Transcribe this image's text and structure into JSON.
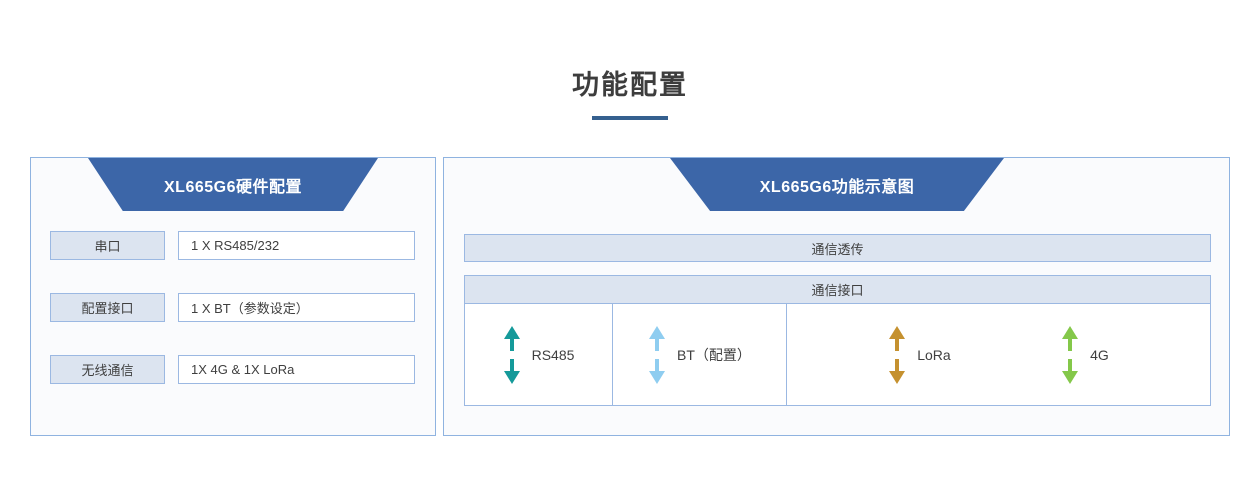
{
  "page": {
    "title": "功能配置",
    "accent_color": "#35608f",
    "banner_color": "#3c66a8",
    "card_border_color": "#8fb3e0",
    "bar_fill_color": "#dce4f0"
  },
  "left_card": {
    "banner_title": "XL665G6硬件配置",
    "rows": [
      {
        "label": "串口",
        "value": "1 X RS485/232"
      },
      {
        "label": "配置接口",
        "value": "1 X BT（参数设定）"
      },
      {
        "label": "无线通信",
        "value": "1X 4G & 1X LoRa"
      }
    ]
  },
  "right_card": {
    "banner_title": "XL665G6功能示意图",
    "transparent_bar": "通信透传",
    "interface_bar": "通信接口",
    "interfaces": [
      {
        "label": "RS485",
        "icon": "double-arrow-icon",
        "color": "#159a9a"
      },
      {
        "label": "BT（配置）",
        "icon": "double-arrow-icon",
        "color": "#8fcdf0"
      },
      {
        "label": "LoRa",
        "icon": "double-arrow-icon",
        "color": "#c5912f"
      },
      {
        "label": "4G",
        "icon": "double-arrow-icon",
        "color": "#84c84a"
      }
    ]
  }
}
